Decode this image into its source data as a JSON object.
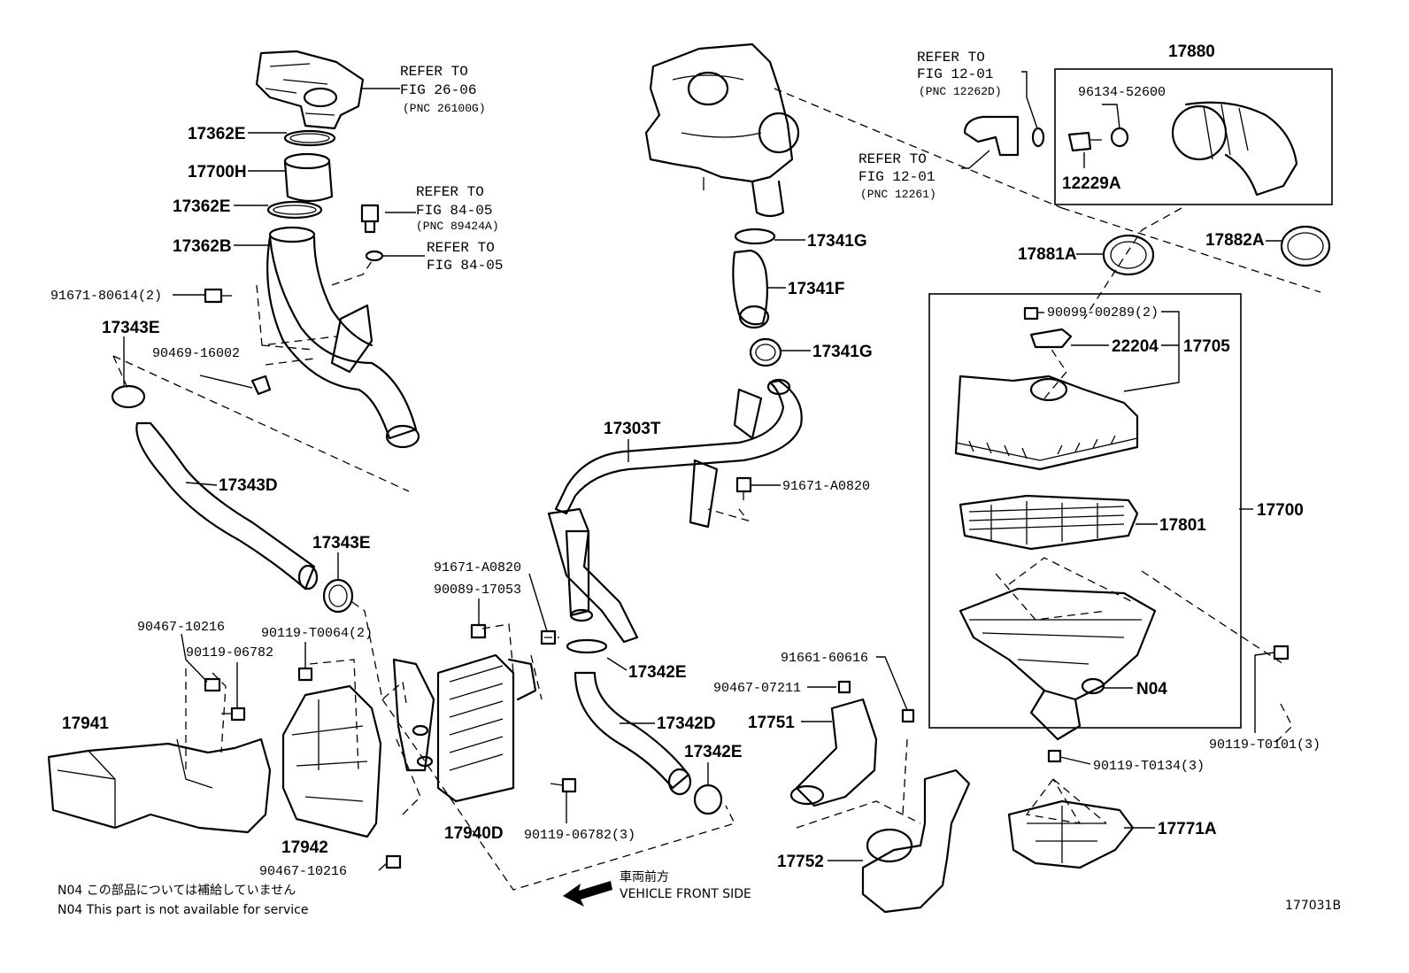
{
  "parts": {
    "p17362E_a": "17362E",
    "p17700H": "17700H",
    "p17362E_b": "17362E",
    "p17362B": "17362B",
    "p91671_80614": "91671-80614(2)",
    "p17343E_a": "17343E",
    "p90469_16002": "90469-16002",
    "p17343D": "17343D",
    "p17343E_b": "17343E",
    "p17341G_a": "17341G",
    "p17341F": "17341F",
    "p17341G_b": "17341G",
    "p17303T": "17303T",
    "p91671_A0820_a": "91671-A0820",
    "p91671_A0820_b": "91671-A0820",
    "p90089_17053": "90089-17053",
    "p17342E_a": "17342E",
    "p17342D": "17342D",
    "p17342E_b": "17342E",
    "p90467_10216_a": "90467-10216",
    "p90119_06782_a": "90119-06782",
    "p90119_T0064": "90119-T0064(2)",
    "p17941": "17941",
    "p17942": "17942",
    "p90467_10216_b": "90467-10216",
    "p17940D": "17940D",
    "p90119_06782_b": "90119-06782(3)",
    "p17880": "17880",
    "p96134_52600": "96134-52600",
    "p12229A": "12229A",
    "p17881A": "17881A",
    "p17882A": "17882A",
    "p90099_00289": "90099-00289(2)",
    "p22204": "22204",
    "p17705": "17705",
    "p17801": "17801",
    "p17700": "17700",
    "p91661_60616": "91661-60616",
    "p90467_07211": "90467-07211",
    "p17751": "17751",
    "pN04": "N04",
    "p90119_T0101": "90119-T0101(3)",
    "p90119_T0134": "90119-T0134(3)",
    "p17771A": "17771A",
    "p17752": "17752"
  },
  "refs": {
    "r1": {
      "l1": "REFER TO",
      "l2": "FIG 26-06",
      "pnc": "(PNC 26100G)"
    },
    "r2": {
      "l1": "REFER TO",
      "l2": "FIG 84-05",
      "pnc": "(PNC 89424A)"
    },
    "r3": {
      "l1": "REFER TO",
      "l2": "FIG 84-05"
    },
    "r4": {
      "l1": "REFER TO",
      "l2": "FIG 12-01",
      "pnc": "(PNC 12262D)"
    },
    "r5": {
      "l1": "REFER TO",
      "l2": "FIG 12-01",
      "pnc": "(PNC 12261)"
    }
  },
  "direction": {
    "jp": "車両前方",
    "en": "VEHICLE FRONT SIDE"
  },
  "notes": {
    "jp": "N04 この部品については補給していません",
    "en": "N04  This part is not available for service"
  },
  "figure_id": "177031B"
}
